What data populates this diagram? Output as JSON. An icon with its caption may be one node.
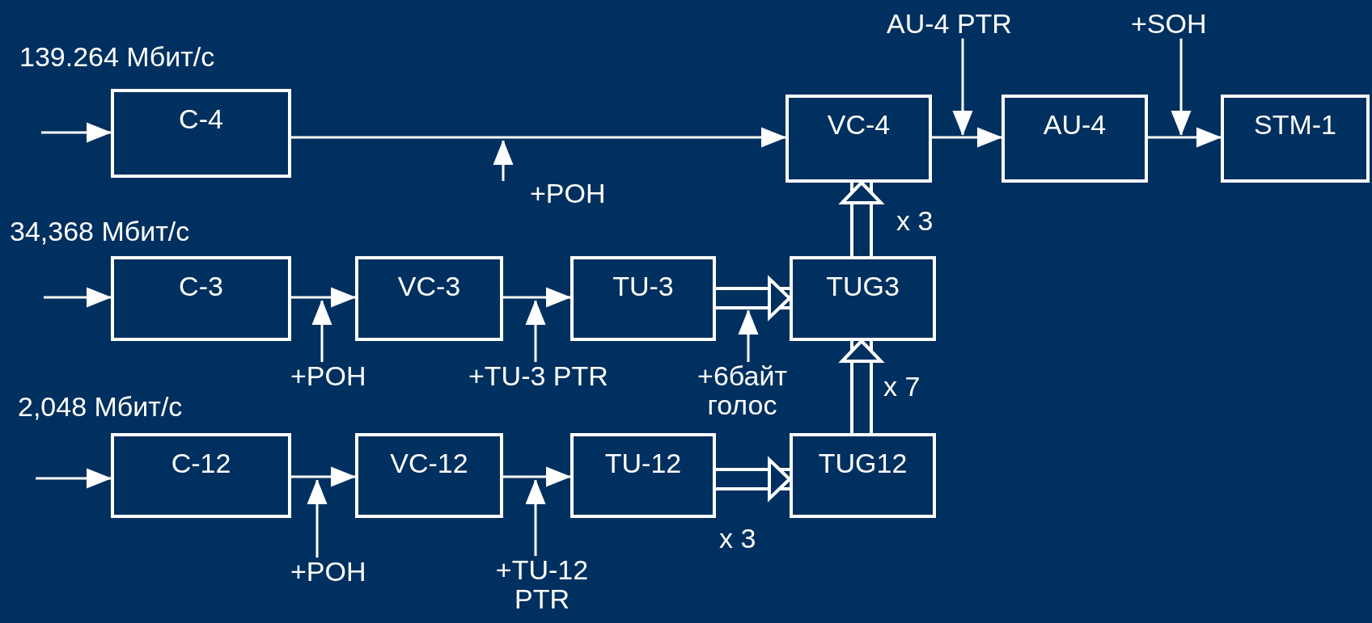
{
  "diagram": {
    "nodes": [
      {
        "text": [
          "C-4"
        ]
      },
      {
        "text": [
          "VC-4"
        ]
      },
      {
        "text": [
          "AU-4"
        ]
      },
      {
        "text": [
          "STM-1"
        ]
      },
      {
        "text": [
          "C-3"
        ]
      },
      {
        "text": [
          "VC-3"
        ]
      },
      {
        "text": [
          "TU-3"
        ]
      },
      {
        "text": [
          "TUG3"
        ]
      },
      {
        "text": [
          "C-12"
        ]
      },
      {
        "text": [
          "VC-12"
        ]
      },
      {
        "text": [
          "TU-12"
        ]
      },
      {
        "text": [
          "TUG12"
        ]
      },
      {
        "text": [
          "+POH"
        ]
      },
      {
        "text": [
          "AU-4 PTR"
        ]
      },
      {
        "text": [
          "+SOH"
        ]
      },
      {
        "text": [
          "+POH"
        ]
      },
      {
        "text": [
          "+TU-3 PTR"
        ]
      },
      {
        "text": [
          "+6байт голос"
        ]
      },
      {
        "text": [
          "+POH"
        ]
      },
      {
        "text": [
          "+TU-12 PTR"
        ]
      }
    ],
    "edges": [
      {
        "from": null,
        "to": 0,
        "arrow": "to"
      },
      {
        "from": 0,
        "to": 1,
        "arrow": "to"
      },
      {
        "from": 1,
        "to": 2,
        "arrow": "to"
      },
      {
        "from": 2,
        "to": 3,
        "arrow": "to"
      },
      {
        "from": 12,
        "to": null,
        "arrow": "to"
      },
      {
        "from": 13,
        "to": 1,
        "arrow": "to"
      },
      {
        "from": 14,
        "to": 2,
        "arrow": "to"
      },
      {
        "from": null,
        "to": 4,
        "arrow": "to"
      },
      {
        "from": 4,
        "to": 5,
        "arrow": "to"
      },
      {
        "from": 5,
        "to": 6,
        "arrow": "to"
      },
      {
        "from": 6,
        "to": 7,
        "arrow": "to",
        "style": "thick"
      },
      {
        "from": 7,
        "to": 1,
        "arrow": "to",
        "style": "thick",
        "label": "x 3"
      },
      {
        "from": 15,
        "to": 4,
        "arrow": "to"
      },
      {
        "from": 16,
        "to": 6,
        "arrow": "to"
      },
      {
        "from": 17,
        "to": 6,
        "arrow": "to"
      },
      {
        "from": null,
        "to": 8,
        "arrow": "to"
      },
      {
        "from": 8,
        "to": 9,
        "arrow": "to"
      },
      {
        "from": 9,
        "to": 10,
        "arrow": "to"
      },
      {
        "from": 10,
        "to": 11,
        "arrow": "to",
        "style": "thick",
        "label": "x 3"
      },
      {
        "from": 11,
        "to": 7,
        "arrow": "to",
        "style": "thick",
        "label": "x 7"
      },
      {
        "from": 18,
        "to": 8,
        "arrow": "to"
      },
      {
        "from": 19,
        "to": 10,
        "arrow": "to"
      }
    ],
    "labels": [
      "139.264 Мбит/с",
      "34,368 Мбит/с",
      "2,048 Мбит/с"
    ]
  }
}
